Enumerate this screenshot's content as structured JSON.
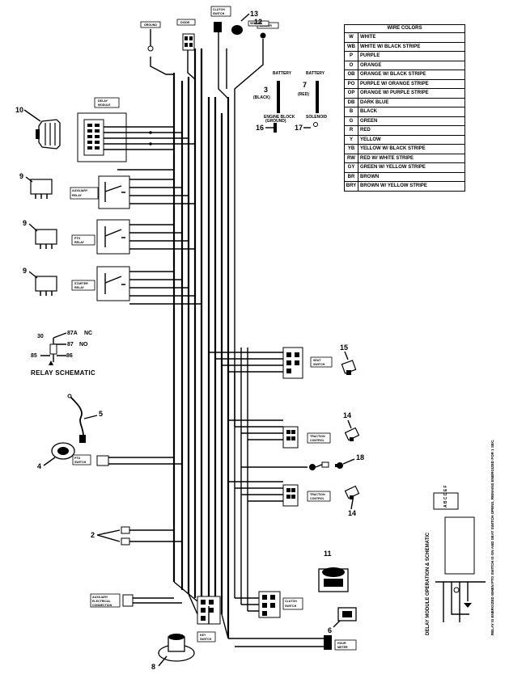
{
  "wire_colors": {
    "title": "WIRE COLORS",
    "rows": [
      {
        "code": "W",
        "name": "WHITE"
      },
      {
        "code": "WB",
        "name": "WHITE W/ BLACK STRIPE"
      },
      {
        "code": "P",
        "name": "PURPLE"
      },
      {
        "code": "O",
        "name": "ORANGE"
      },
      {
        "code": "OB",
        "name": "ORANGE W/ BLACK STRIPE"
      },
      {
        "code": "PO",
        "name": "PURPLE W/ ORANGE STRIPE"
      },
      {
        "code": "OP",
        "name": "ORANGE W/ PURPLE STRIPE"
      },
      {
        "code": "DB",
        "name": "DARK BLUE"
      },
      {
        "code": "B",
        "name": "BLACK"
      },
      {
        "code": "G",
        "name": "GREEN"
      },
      {
        "code": "R",
        "name": "RED"
      },
      {
        "code": "Y",
        "name": "YELLOW"
      },
      {
        "code": "YB",
        "name": "YELLOW W/ BLACK STRIPE"
      },
      {
        "code": "RW",
        "name": "RED W/ WHITE STRIPE"
      },
      {
        "code": "GY",
        "name": "GREEN W/ YELLOW STRIPE"
      },
      {
        "code": "BR",
        "name": "BROWN"
      },
      {
        "code": "BRY",
        "name": "BROWN W/ YELLOW STRIPE"
      }
    ]
  },
  "battery": {
    "label_left": "BATTERY",
    "label_right": "BATTERY",
    "num_left": "3",
    "sub_left": "(BLACK)",
    "num_right": "7",
    "sub_right": "(RED)",
    "engine_block": "ENGINE BLOCK",
    "ground": "(GROUND)",
    "num_16": "16",
    "solenoid": "SOLENOID",
    "num_17": "17"
  },
  "callouts": {
    "n13": "13",
    "n12": "12",
    "n10": "10",
    "n9a": "9",
    "n9b": "9",
    "n9c": "9",
    "n15": "15",
    "n14a": "14",
    "n14b": "14",
    "n18": "18",
    "n5": "5",
    "n4": "4",
    "n2": "2",
    "n11": "11",
    "n6": "6",
    "n8": "8"
  },
  "relay_schematic": {
    "title": "RELAY SCHEMATIC",
    "t30": "30",
    "t87a": "87A",
    "nc": "NC",
    "t87": "87",
    "no": "NO",
    "t85": "85",
    "t86": "86"
  },
  "delay_module": {
    "title": "DELAY MODULE OPERATION & SCHEMATIC",
    "pins": "A B C D E F",
    "note": "RELAY IS ENERGIZED WHEN PTO SWITCH IS ON AND SEAT SWITCH OPENS, REMAINS ENERGIZED FOR 1 SEC."
  }
}
